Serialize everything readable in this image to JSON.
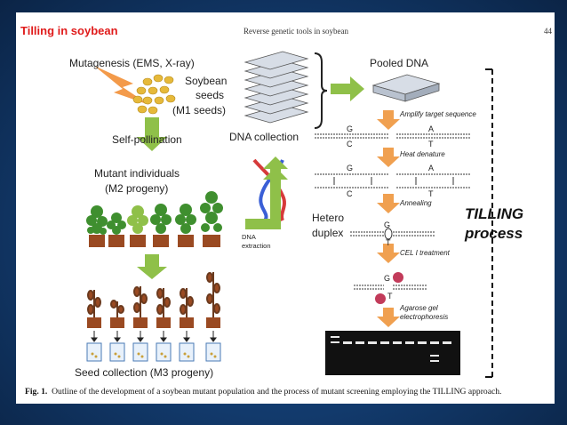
{
  "slide_title": "Tilling in soybean",
  "header_text": "Reverse genetic tools in soybean",
  "page_number": "44",
  "left_flow": {
    "mutagenesis": "Mutagenesis (EMS, X-ray)",
    "seeds_line1": "Soybean",
    "seeds_line2": "seeds",
    "seeds_line3": "(M1 seeds)",
    "self_pollination": "Self-pollination",
    "mutant_line1": "Mutant individuals",
    "mutant_line2": "(M2 progeny)",
    "seed_collection": "Seed collection (M3 progeny)"
  },
  "middle_flow": {
    "dna_collection": "DNA collection",
    "dna_extraction_line1": "DNA",
    "dna_extraction_line2": "extraction"
  },
  "right_flow": {
    "pooled_dna": "Pooled DNA",
    "step_amplify": "Amplify target sequence",
    "step_heat": "Heat denature",
    "step_annealing": "Annealing",
    "hetero_line1": "Hetero",
    "hetero_line2": "duplex",
    "step_cel": "CEL I treatment",
    "step_agarose_line1": "Agarose gel",
    "step_agarose_line2": "electrophoresis",
    "bases": {
      "g": "G",
      "c": "C",
      "a": "A",
      "t": "T"
    }
  },
  "tilling_label_line1": "TILLING",
  "tilling_label_line2": "process",
  "caption_bold": "Fig. 1.",
  "caption_text": "Outline of the development of a soybean mutant population and the process of mutant screening employing the TILLING approach.",
  "colors": {
    "title_red": "#e01b1b",
    "arrow_green": "#8fc049",
    "arrow_orange": "#f0a050",
    "lightning_orange": "#f39a4a",
    "seed_yellow": "#e6b93a",
    "plant_green": "#3f8f2f",
    "pot_brown": "#9a4a22",
    "background_blue": "#123a6c"
  }
}
